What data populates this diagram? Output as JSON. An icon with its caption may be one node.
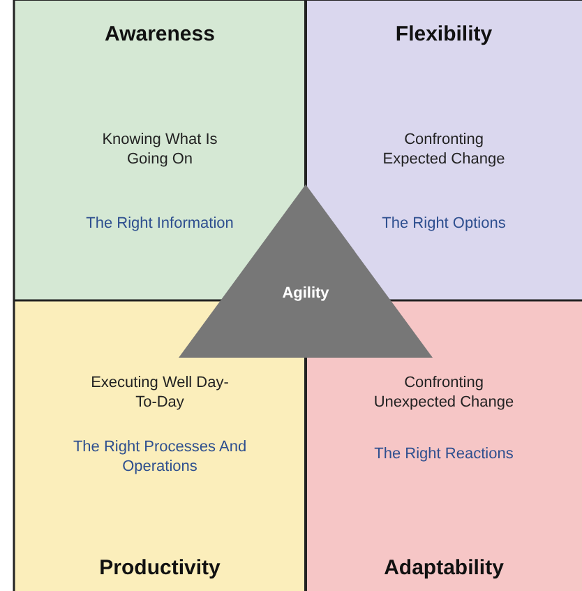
{
  "diagram": {
    "nodes": [
      {
        "text": [
          "Awareness",
          "Knowing What Is Going On",
          "The Right Information"
        ]
      },
      {
        "text": [
          "Flexibility",
          "Confronting Expected Change",
          "The Right Options"
        ]
      },
      {
        "text": [
          "Executing Well Day-To-Day",
          "The Right Processes And Operations",
          "Productivity"
        ]
      },
      {
        "text": [
          "Confronting Unexpected Change",
          "The Right Reactions",
          "Adaptability"
        ]
      },
      {
        "text": [
          "Agility"
        ]
      }
    ]
  }
}
